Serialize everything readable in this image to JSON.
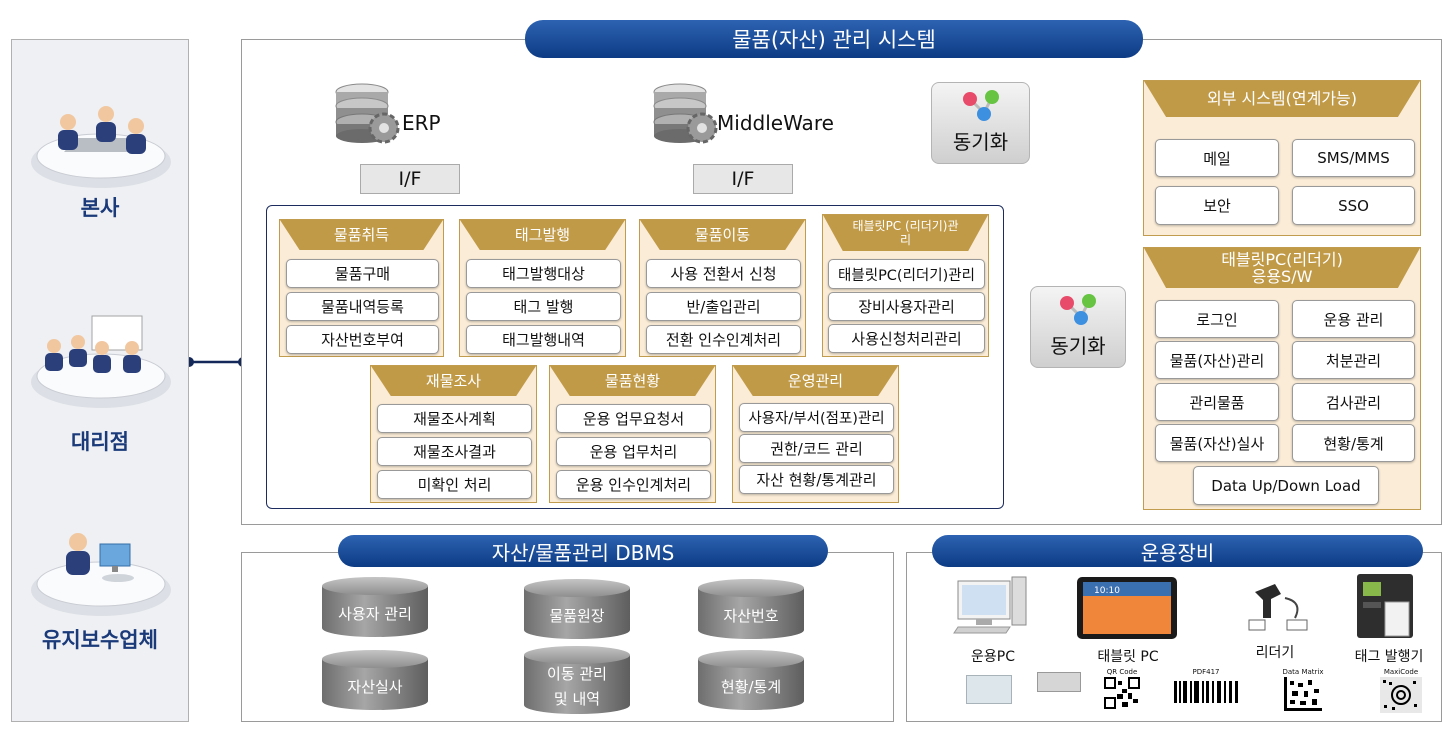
{
  "title": "물품(자산) 관리 시스템",
  "sites": [
    {
      "label": "본사"
    },
    {
      "label": "대리점"
    },
    {
      "label": "유지보수업체"
    }
  ],
  "systems": {
    "erp": "ERP",
    "middleware": "MiddleWare",
    "if_label": "I/F",
    "sync_label": "동기화"
  },
  "external": {
    "title": "외부 시스템(연계가능)",
    "items": [
      "메일",
      "SMS/MMS",
      "보안",
      "SSO"
    ]
  },
  "tablet_sw": {
    "title": "태블릿PC(리더기) 응용S/W",
    "items": [
      "로그인",
      "운용 관리",
      "물품(자산)관리",
      "처분관리",
      "관리물품",
      "검사관리",
      "물품(자산)실사",
      "현황/통계"
    ],
    "wide_item": "Data Up/Down Load"
  },
  "modules": [
    {
      "title": "물품취득",
      "items": [
        "물품구매",
        "물품내역등록",
        "자산번호부여"
      ]
    },
    {
      "title": "태그발행",
      "items": [
        "태그발행대상",
        "태그 발행",
        "태그발행내역"
      ]
    },
    {
      "title": "물품이동",
      "items": [
        "사용 전환서 신청",
        "반/출입관리",
        "전환 인수인계처리"
      ]
    },
    {
      "title": "태블릿PC (리더기)관리",
      "items": [
        "태블릿PC(리더기)관리",
        "장비사용자관리",
        "사용신청처리관리"
      ]
    },
    {
      "title": "재물조사",
      "items": [
        "재물조사계획",
        "재물조사결과",
        "미확인 처리"
      ]
    },
    {
      "title": "물품현황",
      "items": [
        "운용 업무요청서",
        "운용 업무처리",
        "운용 인수인계처리"
      ]
    },
    {
      "title": "운영관리",
      "items": [
        "사용자/부서(점포)관리",
        "권한/코드 관리",
        "자산 현황/통계관리"
      ]
    }
  ],
  "dbms": {
    "title": "자산/물품관리 DBMS",
    "items": [
      "사용자 관리",
      "물품원장",
      "자산번호",
      "자산실사",
      "이동 관리 및 내역",
      "현황/통계"
    ]
  },
  "equipment": {
    "title": "운용장비",
    "items": [
      "운용PC",
      "태블릿 PC",
      "리더기",
      "태그 발행기"
    ],
    "codes": [
      "QR Code",
      "PDF417",
      "Data Matrix",
      "MaxiCode"
    ]
  },
  "colors": {
    "accent_blue": "#0d3b84",
    "gold": "#c19a48",
    "cream": "#faecd6",
    "line_navy": "#14285a"
  }
}
